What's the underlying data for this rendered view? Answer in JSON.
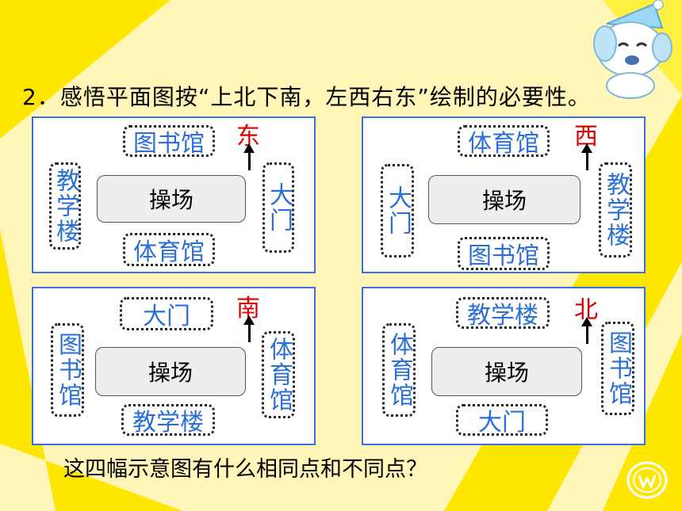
{
  "colors": {
    "background": "#fff0a0",
    "yellow": "#ffe600",
    "panel_border": "#3a6fe0",
    "label_blue": "#2a6fd6",
    "direction_red": "#e00000"
  },
  "title": "2．感悟平面图按“上北下南，左西右东”绘制的必要性。",
  "playground_label": "操场",
  "panels": [
    {
      "direction": "东",
      "top": "图书馆",
      "bottom": "体育馆",
      "left": "教学楼",
      "right": "大门"
    },
    {
      "direction": "西",
      "top": "体育馆",
      "bottom": "图书馆",
      "left": "大门",
      "right": "教学楼"
    },
    {
      "direction": "南",
      "top": "大门",
      "bottom": "教学楼",
      "left": "图书馆",
      "right": "体育馆"
    },
    {
      "direction": "北",
      "top": "教学楼",
      "bottom": "大门",
      "left": "体育馆",
      "right": "图书馆"
    }
  ],
  "question": "这四幅示意图有什么相同点和不同点？",
  "icons": {
    "mascot": "cartoon-dog-mascot-icon",
    "logo": "publisher-logo-icon",
    "arrow": "north-arrow-icon"
  }
}
